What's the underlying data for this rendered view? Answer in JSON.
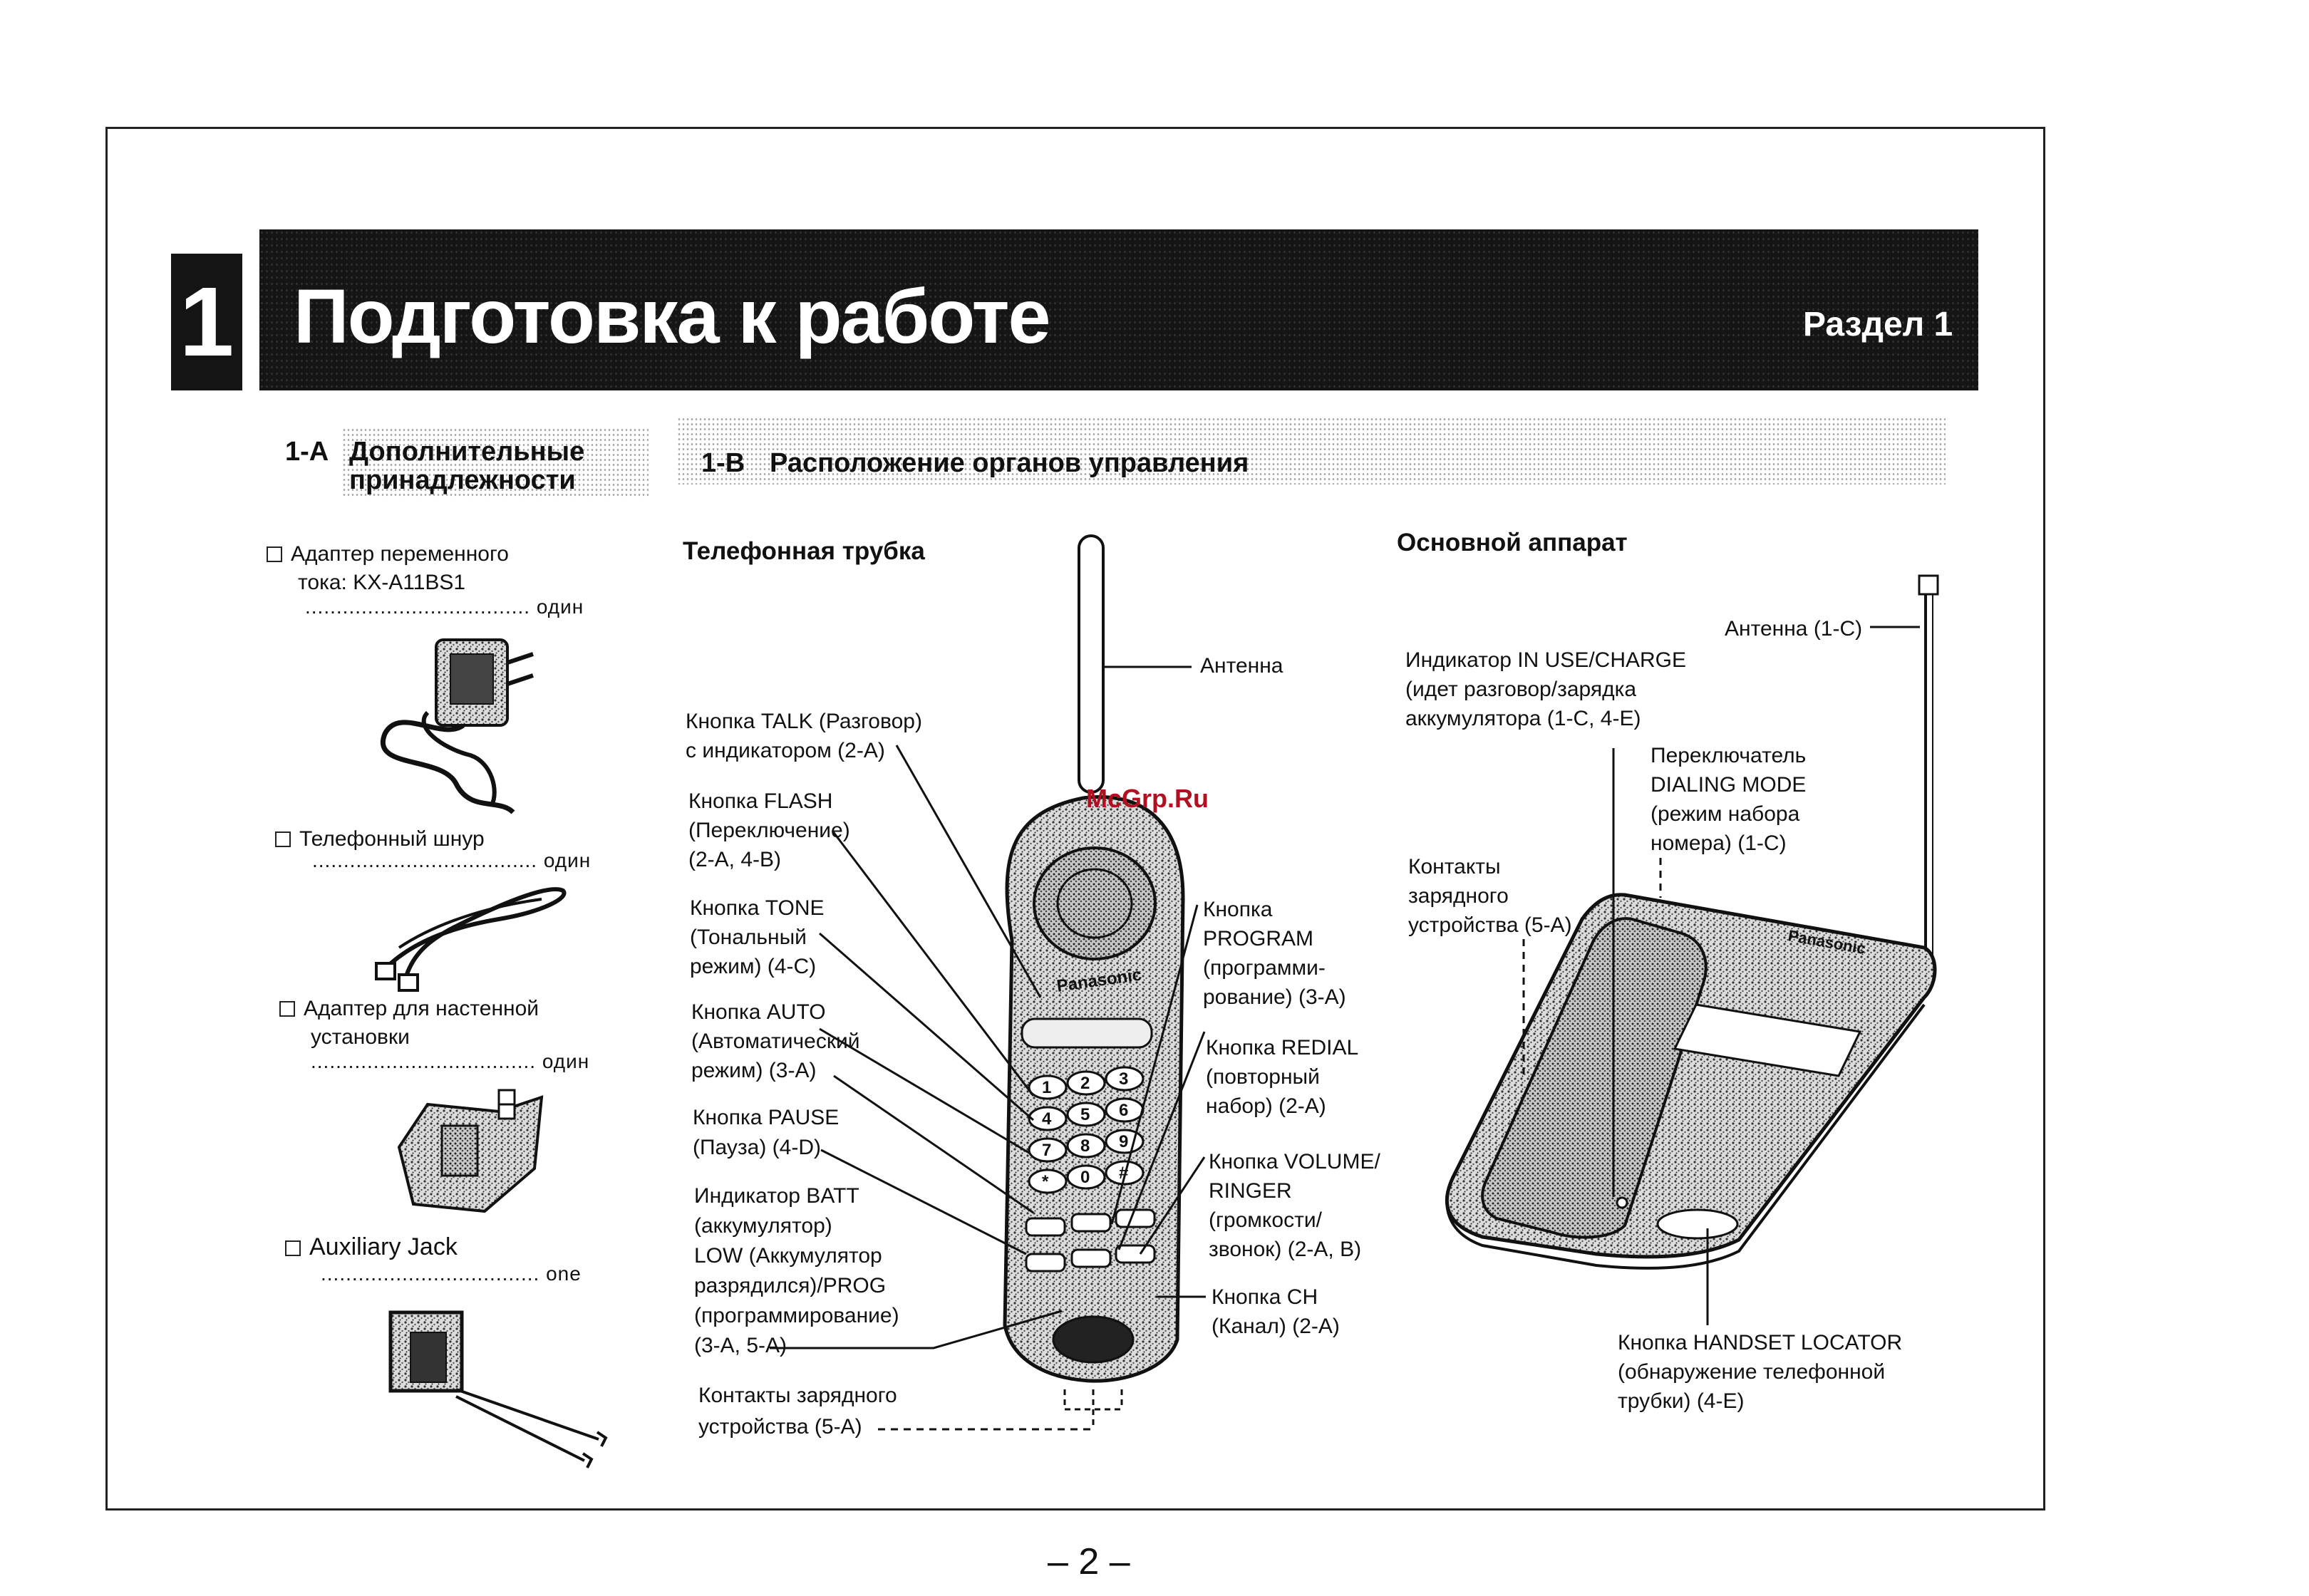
{
  "header": {
    "chapter_number": "1",
    "title": "Подготовка к работе",
    "section_label": "Раздел 1"
  },
  "section_a": {
    "number": "1-A",
    "title_line1": "Дополнительные",
    "title_line2": "принадлежности",
    "items": [
      {
        "line1": "Адаптер переменного",
        "line2": "тока: KX-A11BS1",
        "qty": "один"
      },
      {
        "line1": "Телефонный шнур",
        "line2": "",
        "qty": "один"
      },
      {
        "line1": "Адаптер для настенной",
        "line2": "установки",
        "qty": "один"
      },
      {
        "line1": "Auxiliary Jack",
        "line2": "",
        "qty": "one"
      }
    ]
  },
  "section_b": {
    "number": "1-B",
    "title": "Расположение органов управления",
    "handset_heading": "Телефонная трубка",
    "base_heading": "Основной аппарат",
    "handset_labels": {
      "antenna": "Антенна",
      "talk": [
        "Кнопка TALK (Разговор)",
        "с индикатором (2-А)"
      ],
      "flash": [
        "Кнопка FLASH",
        "(Переключение)",
        "(2-А, 4-В)"
      ],
      "tone": [
        "Кнопка TONE",
        "(Тональный",
        "режим) (4-С)"
      ],
      "auto": [
        "Кнопка AUTO",
        "(Автоматический",
        "режим) (3-А)"
      ],
      "pause": [
        "Кнопка PAUSE",
        "(Пауза) (4-D)"
      ],
      "batt": [
        "Индикатор BATT",
        "(аккумулятор)",
        "LOW (Аккумулятор",
        "разрядился)/PROG",
        "(программирование)",
        "(3-А, 5-А)"
      ],
      "contacts": [
        "Контакты зарядного",
        "устройства (5-А)"
      ],
      "program": [
        "Кнопка",
        "PROGRAM",
        "(программи-",
        "рование) (3-А)"
      ],
      "redial": [
        "Кнопка REDIAL",
        "(повторный",
        "набор) (2-А)"
      ],
      "volume": [
        "Кнопка VOLUME/",
        "RINGER",
        "(громкости/",
        "звонок) (2-А, В)"
      ],
      "ch": [
        "Кнопка СН",
        "(Канал) (2-А)"
      ]
    },
    "base_labels": {
      "antenna": "Антенна (1-С)",
      "in_use": [
        "Индикатор IN USE/CHARGE",
        "(идет разговор/зарядка",
        "аккумулятора (1-С, 4-Е)"
      ],
      "dialing": [
        "Переключатель",
        "DIALING MODE",
        "(режим набора",
        "номера) (1-С)"
      ],
      "contacts": [
        "Контакты",
        "зарядного",
        "устройства (5-А)"
      ],
      "locator": [
        "Кнопка HANDSET LOCATOR",
        "(обнаружение телефонной",
        "трубки) (4-Е)"
      ]
    },
    "device_text": {
      "brand": "Panasonic",
      "keys": [
        "1",
        "2",
        "3",
        "4",
        "5",
        "6",
        "7",
        "8",
        "9",
        "*",
        "0",
        "#"
      ]
    }
  },
  "watermark": "McGrp.Ru",
  "page_number": "– 2 –"
}
